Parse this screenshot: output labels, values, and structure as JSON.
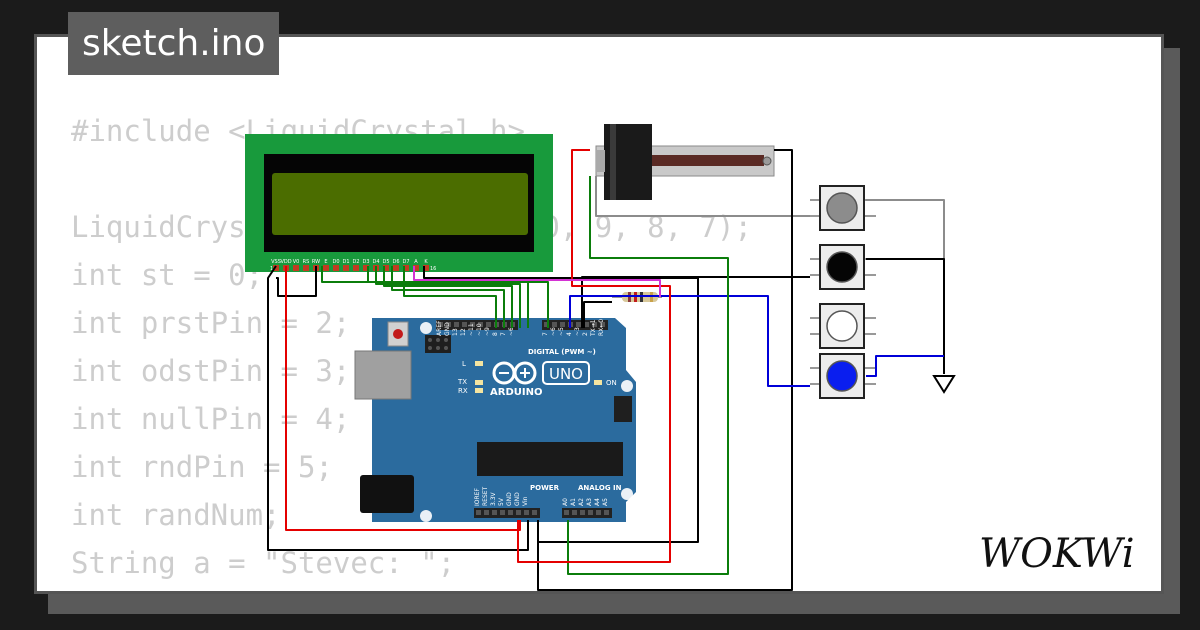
{
  "window": {
    "title": "sketch.ino"
  },
  "code": {
    "lines": [
      "#include <LiquidCrystal.h>",
      "",
      "LiquidCrystal lcd(12, 11, 10, 9, 8, 7);",
      "int st = 0;",
      "int prstPin = 2;",
      "int odstPin = 3;",
      "int nullPin = 4;",
      "int rndPin = 5;",
      "int randNum;",
      "String a = \"Stevec: \";"
    ]
  },
  "lcd": {
    "pin_labels": [
      "VSS",
      "VDD",
      "V0",
      "RS",
      "RW",
      "E",
      "D0",
      "D1",
      "D2",
      "D3",
      "D4",
      "D5",
      "D6",
      "D7",
      "A",
      "K"
    ],
    "pin_numbers": [
      "1",
      "16"
    ]
  },
  "arduino": {
    "brand": "ARDUINO",
    "model": "UNO",
    "digital_label": "DIGITAL (PWM ~)",
    "digital_pins": [
      "AREF",
      "GND",
      "13",
      "12",
      "~11",
      "~10",
      "~9",
      "8",
      "7",
      "~6",
      "~5",
      "4",
      "~3",
      "2",
      "TX→1",
      "RX←0"
    ],
    "power_label": "POWER",
    "power_pins": [
      "IOREF",
      "RESET",
      "3.3V",
      "5V",
      "GND",
      "GND",
      "Vin"
    ],
    "analog_label": "ANALOG IN",
    "analog_pins": [
      "A0",
      "A1",
      "A2",
      "A3",
      "A4",
      "A5"
    ],
    "led_labels": {
      "l": "L",
      "tx": "TX",
      "rx": "RX",
      "on": "ON"
    }
  },
  "buttons": [
    {
      "name": "gray",
      "color": "#8c8c8c"
    },
    {
      "name": "black",
      "color": "#050505"
    },
    {
      "name": "white",
      "color": "#ffffff"
    },
    {
      "name": "blue",
      "color": "#0a1eef"
    }
  ],
  "colors": {
    "board": "#2b6b9e",
    "lcd_frame": "#189a3c",
    "lcd_screen": "#4b6d00",
    "wire_red": "#e40000",
    "wire_green": "#0b7d0b",
    "wire_black": "#000000",
    "wire_gray": "#8c8c8c",
    "wire_blue": "#0000d8",
    "wire_magenta": "#d433d4"
  },
  "logo": {
    "text": "WOKWi"
  }
}
